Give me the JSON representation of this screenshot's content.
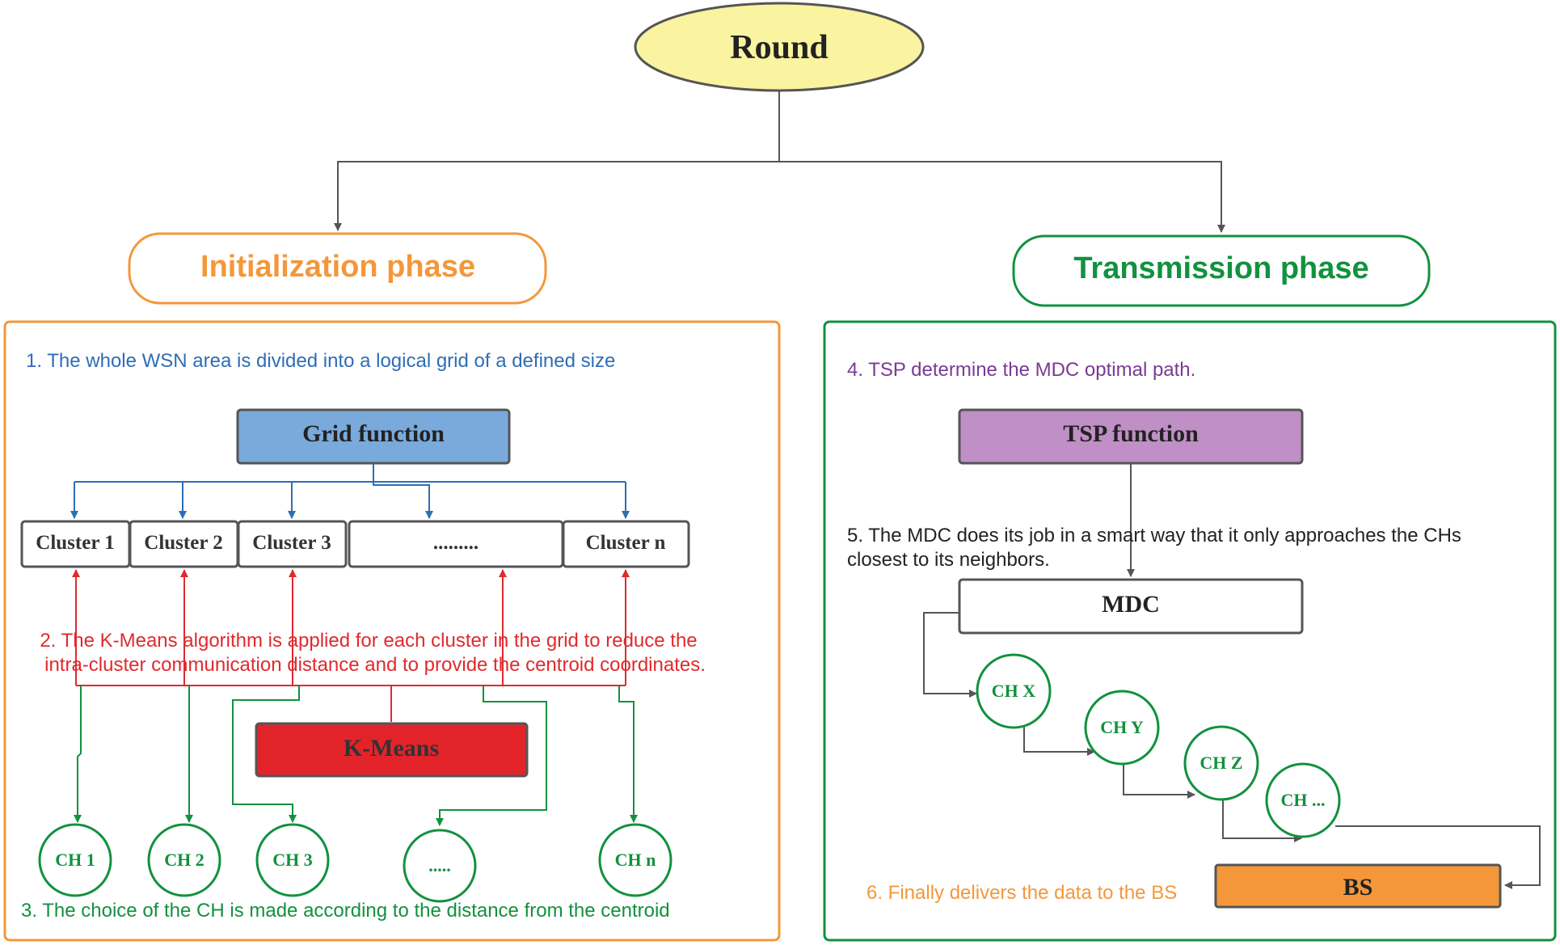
{
  "root": {
    "label": "Round"
  },
  "phases": {
    "init": {
      "label": "Initialization phase"
    },
    "trans": {
      "label": "Transmission phase"
    }
  },
  "left_panel": {
    "step1": "1. The whole WSN area is divided into a logical grid of a defined size",
    "grid_function": "Grid function",
    "clusters": [
      "Cluster 1",
      "Cluster 2",
      "Cluster 3",
      ".........",
      "Cluster n"
    ],
    "step2_line1": "2. The K-Means algorithm is applied for each cluster in the grid to reduce the",
    "step2_line2": "intra-cluster communication distance and to provide the centroid coordinates.",
    "kmeans": "K-Means",
    "cluster_heads": [
      "CH 1",
      "CH 2",
      "CH 3",
      ".....",
      "CH n"
    ],
    "step3": "3. The choice of the CH is made according to the distance from the centroid"
  },
  "right_panel": {
    "step4": "4. TSP determine the MDC optimal path.",
    "tsp_function": "TSP function",
    "step5_line1": "5. The MDC does its job in a smart way that it only approaches the CHs",
    "step5_line2": "closest to its neighbors.",
    "mdc": "MDC",
    "cluster_heads": [
      "CH X",
      "CH Y",
      "CH Z",
      "CH ..."
    ],
    "step6": "6. Finally delivers the data to the BS",
    "bs": "BS"
  },
  "colors": {
    "orange": "#f4973a",
    "green": "#12913f",
    "blue": "#2f6db5",
    "red": "#e02a2f",
    "purple": "#7b3a94",
    "grid_fill": "#7aaadc",
    "tsp_fill": "#bf8fc6",
    "kmeans_fill": "#e3232a",
    "bs_fill": "#f4973a",
    "root_fill": "#faf3a0",
    "connector_gray": "#555555"
  }
}
